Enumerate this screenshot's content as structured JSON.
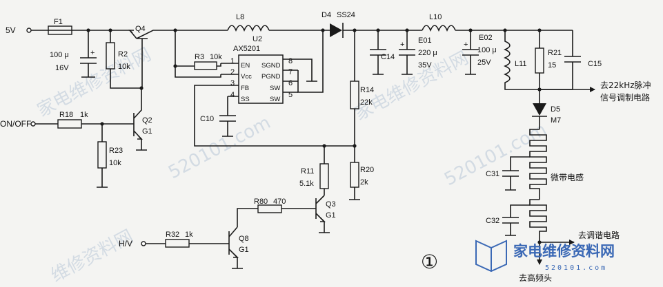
{
  "colors": {
    "wire": "#1a1a1a",
    "watermark": "#b9c8d8",
    "logo": "#3a68b5"
  },
  "inputs": {
    "v5": "5V",
    "onoff": "ON/OFF",
    "hv": "H/V"
  },
  "fuse": {
    "ref": "F1"
  },
  "q4": {
    "ref": "Q4"
  },
  "inductors": {
    "l8": "L8",
    "l10": "L10",
    "l11": "L11"
  },
  "c100": {
    "val1": "100 μ",
    "val2": "16V"
  },
  "r2": {
    "ref": "R2",
    "val": "10k"
  },
  "r3": {
    "ref": "R3",
    "val": "10k"
  },
  "q2": {
    "ref": "Q2",
    "sub": "G1"
  },
  "r18": {
    "ref": "R18",
    "val": "1k"
  },
  "r23": {
    "ref": "R23",
    "val": "10k"
  },
  "c10": {
    "ref": "C10"
  },
  "ic": {
    "ref": "U2",
    "name": "AX5201",
    "pins_left": [
      {
        "num": "1",
        "name": "EN"
      },
      {
        "num": "2",
        "name": "Vcc"
      },
      {
        "num": "3",
        "name": "FB"
      },
      {
        "num": "4",
        "name": "SS"
      }
    ],
    "pins_right": [
      {
        "num": "8",
        "name": "SGND"
      },
      {
        "num": "7",
        "name": "PGND"
      },
      {
        "num": "6",
        "name": "SW"
      },
      {
        "num": "5",
        "name": "SW"
      }
    ]
  },
  "d4": {
    "ref": "D4",
    "val": "SS24"
  },
  "c14": {
    "ref": "C14"
  },
  "e01": {
    "ref": "E01",
    "val1": "220 μ",
    "val2": "35V"
  },
  "e02": {
    "ref": "E02",
    "val1": "100 μ",
    "val2": "25V"
  },
  "r21": {
    "ref": "R21",
    "val": "15"
  },
  "c15": {
    "ref": "C15"
  },
  "r14": {
    "ref": "R14",
    "val": "22k"
  },
  "r20": {
    "ref": "R20",
    "val": "2k"
  },
  "r11": {
    "ref": "R11",
    "val": "5.1k"
  },
  "q3": {
    "ref": "Q3",
    "sub": "G1"
  },
  "r80": {
    "ref": "R80",
    "val": "470"
  },
  "r32": {
    "ref": "R32",
    "val": "1k"
  },
  "q8": {
    "ref": "Q8",
    "sub": "G1"
  },
  "d5": {
    "ref": "D5",
    "val": "M7"
  },
  "c31": {
    "ref": "C31"
  },
  "c32": {
    "ref": "C32"
  },
  "labels": {
    "to22k_1": "去22kHz脉冲",
    "to22k_2": "信号调制电路",
    "microstrip": "微带电感",
    "totuner": "去调谐电路",
    "tohead": "去高频头"
  },
  "figure_number": "①",
  "logo": {
    "title": "家电维修资料网",
    "site": "520101.com"
  }
}
